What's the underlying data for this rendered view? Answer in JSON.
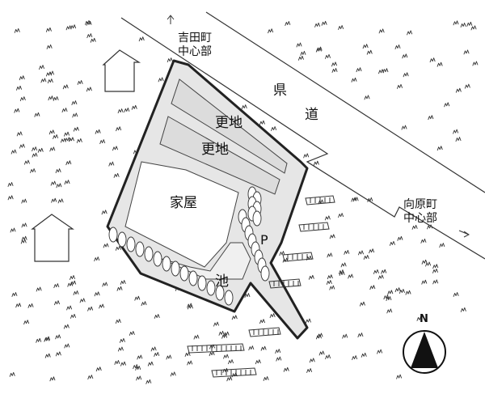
{
  "labels": {
    "north_direction": "吉田町\n中心部",
    "east_direction": "向原町\n中心部",
    "road_char_1": "県",
    "road_char_2": "道",
    "field_upper": "更地",
    "field_lower": "更地",
    "house": "家屋",
    "pond": "池",
    "parking": "P",
    "compass_north": "N"
  },
  "colors": {
    "lot_fill": "#e6e6e6",
    "outline": "#222222",
    "house_fill": "#ffffff",
    "compass_fill": "#111111"
  },
  "icons": [
    "house-icon",
    "compass-icon",
    "direction-arrow-icon",
    "tree-icon",
    "field-row-icon",
    "grass-tuft-icon"
  ]
}
